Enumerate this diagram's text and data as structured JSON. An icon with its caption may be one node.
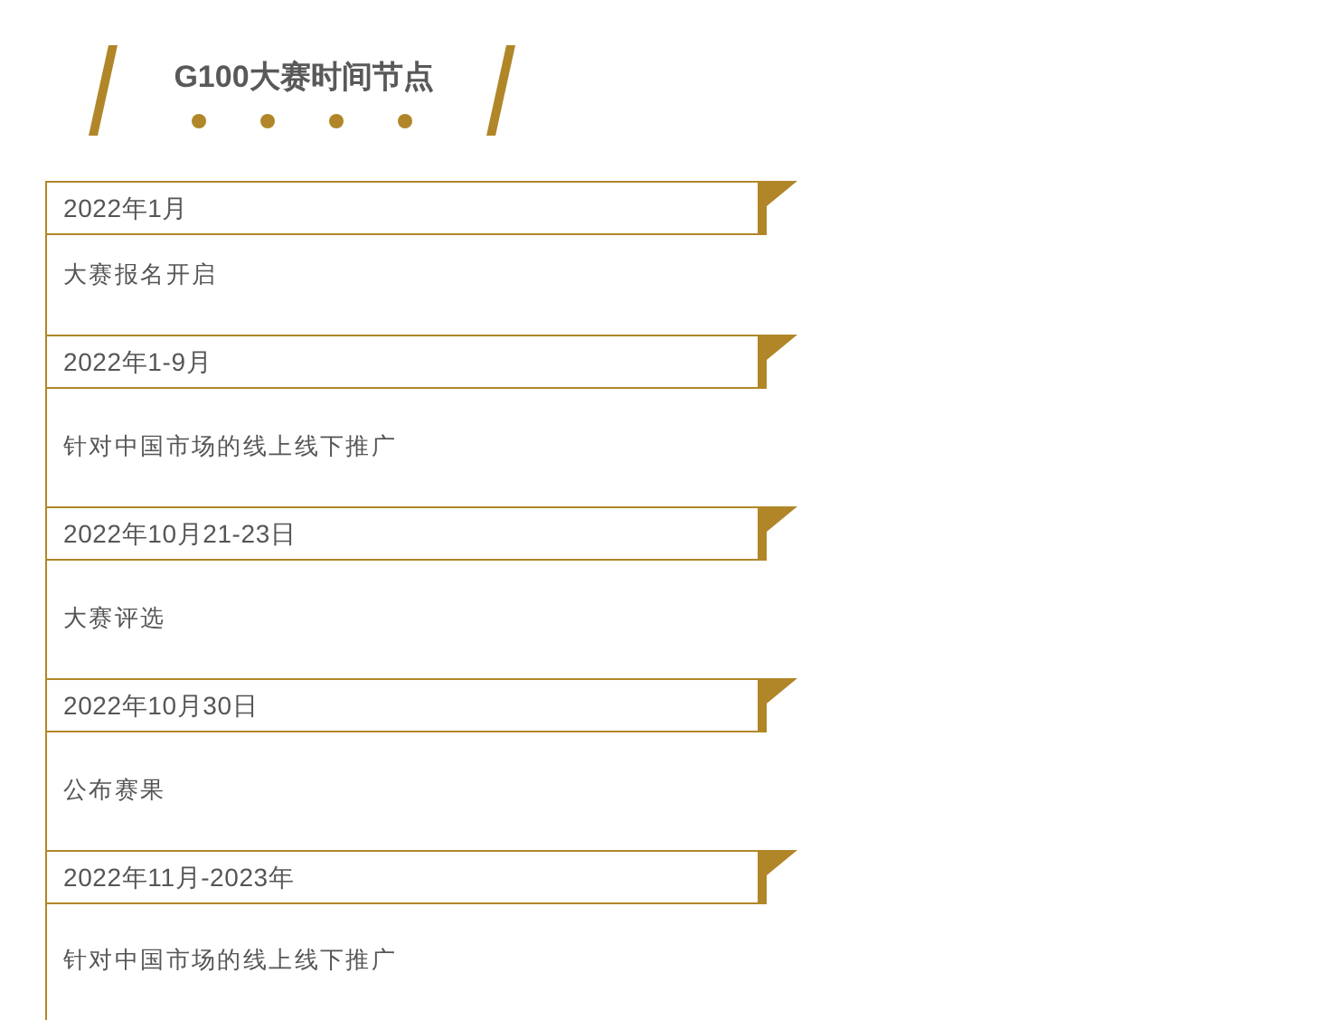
{
  "diagram": {
    "title": "G100大赛时间节点",
    "nodes": [
      {
        "text": [
          "2022年1月"
        ],
        "beside": [
          "大赛报名开启"
        ]
      },
      {
        "text": [
          "2022年1-9月"
        ],
        "beside": [
          "针对中国市场的线上线下推广"
        ]
      },
      {
        "text": [
          "2022年10月21-23日"
        ],
        "beside": [
          "大赛评选"
        ]
      },
      {
        "text": [
          "2022年10月30日"
        ],
        "beside": [
          "公布赛果"
        ]
      },
      {
        "text": [
          "2022年11月-2023年"
        ],
        "beside": [
          "针对中国市场的线上线下推广"
        ]
      }
    ]
  }
}
